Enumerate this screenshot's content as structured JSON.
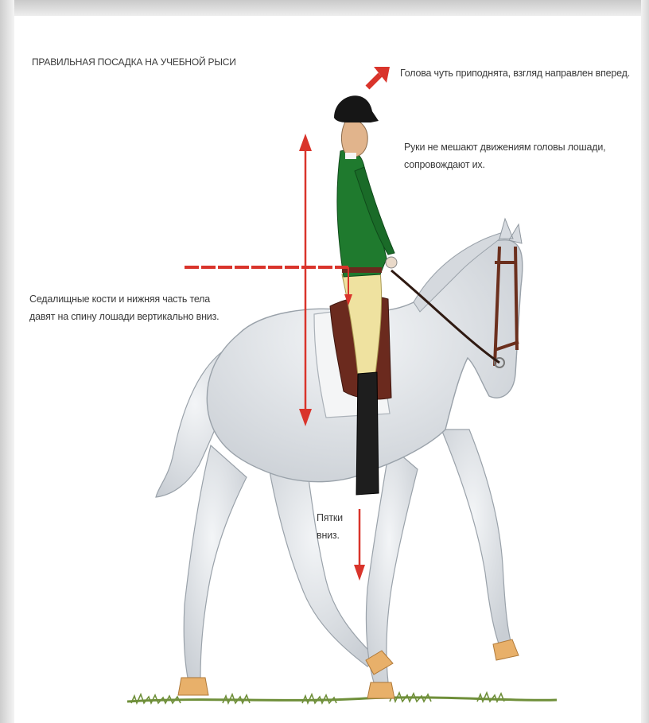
{
  "title": "ПРАВИЛЬНАЯ ПОСАДКА НА УЧЕБНОЙ РЫСИ",
  "callouts": {
    "head": "Голова чуть приподнята, взгляд направлен вперед.",
    "hands": "Руки не мешают движениям головы лошади, сопровождают их.",
    "seat": "Седалищные кости и нижняя часть тела давят на спину лошади вертикально вниз.",
    "heels": "Пятки вниз."
  },
  "colors": {
    "arrow": "#d9342b",
    "jacket": "#1f7a2e",
    "breeches": "#efe2a0",
    "horse": "#e3e6ea",
    "grass": "#6f8f3a"
  }
}
